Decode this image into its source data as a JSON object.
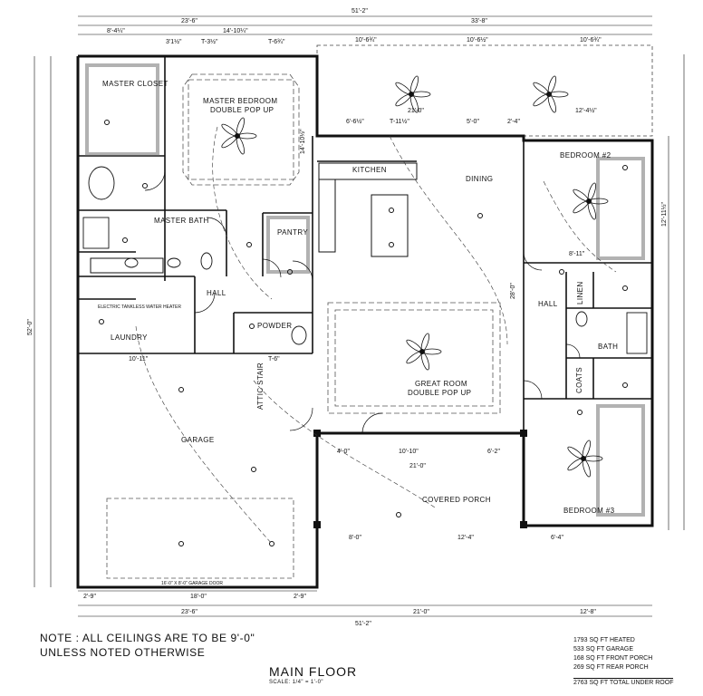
{
  "overall_dims": {
    "top_total": "51'-2\"",
    "left_section": "23'-6\"",
    "right_section": "33'-8\"",
    "bottom_total": "51'-2\"",
    "left_total": "52'-0\""
  },
  "top_dims": [
    "8'-4¼\"",
    "14'-10¼\"",
    "3'1½\"",
    "T-3½\"",
    "T-6¾\"",
    "10'-6¾\"",
    "10'-6½\"",
    "10'-6¾\""
  ],
  "bottom_dims": [
    "2'-9\"",
    "18'-0\"",
    "2'-9\"",
    "23'-6\"",
    "21'-0\"",
    "12'-8\""
  ],
  "rooms": {
    "master_closet": "MASTER CLOSET",
    "master_bedroom": "MASTER BEDROOM",
    "master_bedroom_ceiling": "DOUBLE POP UP",
    "kitchen": "KITCHEN",
    "dining": "DINING",
    "bedroom2": "BEDROOM #2",
    "master_bath": "MASTER BATH",
    "pantry": "PANTRY",
    "hall": "HALL",
    "hall2": "HALL",
    "linen": "LINEN",
    "bath": "BATH",
    "powder": "POWDER",
    "laundry": "LAUNDRY",
    "water_heater": "ELECTRIC TANKLESS WATER HEATER",
    "great_room": "GREAT ROOM",
    "great_room_ceiling": "DOUBLE POP UP",
    "attic": "ATTIC STAIR",
    "coats": "COATS",
    "garage": "GARAGE",
    "covered_porch": "COVERED PORCH",
    "bedroom3": "BEDROOM #3",
    "garage_door": "16'-0\" X 8'-0\" GARAGE DOOR"
  },
  "interior_dims": [
    "21'-0\"",
    "5'-0\"",
    "2'-4\"",
    "12'-4½\"",
    "6'-6½\"",
    "T-11½\"",
    "10'-10\"",
    "21'-0\"",
    "8'-0\"",
    "12'-4\"",
    "6'-4\"",
    "10'-11\"",
    "T-6\"",
    "14'-10½\"",
    "12'-11½\"",
    "28'-0\"",
    "8'-11\"",
    "4'-0\"",
    "6'-2\""
  ],
  "note": {
    "line1": "NOTE : ALL CEILINGS ARE TO BE 9'-0\"",
    "line2": "UNLESS NOTED OTHERWISE"
  },
  "title": "MAIN FLOOR",
  "scale": "SCALE: 1/4\" = 1'-0\"",
  "stats": [
    "1793 SQ FT HEATED",
    "533 SQ FT GARAGE",
    "168 SQ FT FRONT PORCH",
    "269 SQ FT REAR PORCH"
  ],
  "total": "2763 SQ FT TOTAL UNDER ROOF"
}
